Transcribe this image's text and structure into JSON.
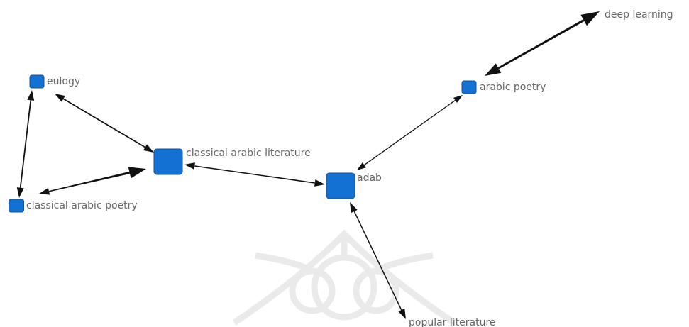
{
  "colors": {
    "node_fill": "#1471d4",
    "node_stroke": "#1d4f8a",
    "edge": "#111111",
    "label": "#666666",
    "watermark": "#d9d9d9",
    "background": "#ffffff"
  },
  "nodes": [
    {
      "id": "eulogy",
      "label": "eulogy"
    },
    {
      "id": "classical-arabic-poetry",
      "label": "classical arabic poetry"
    },
    {
      "id": "classical-arabic-literature",
      "label": "classical arabic literature"
    },
    {
      "id": "adab",
      "label": "adab"
    },
    {
      "id": "arabic-poetry",
      "label": "arabic poetry"
    },
    {
      "id": "deep-learning",
      "label": "deep learning"
    },
    {
      "id": "popular-literature",
      "label": "popular literature"
    }
  ],
  "edges": [
    {
      "from": "eulogy",
      "to": "classical-arabic-literature",
      "direction": "both"
    },
    {
      "from": "eulogy",
      "to": "classical-arabic-poetry",
      "direction": "both"
    },
    {
      "from": "classical-arabic-poetry",
      "to": "classical-arabic-literature",
      "direction": "both"
    },
    {
      "from": "classical-arabic-literature",
      "to": "adab",
      "direction": "both"
    },
    {
      "from": "adab",
      "to": "arabic-poetry",
      "direction": "both"
    },
    {
      "from": "arabic-poetry",
      "to": "deep-learning",
      "direction": "both"
    },
    {
      "from": "adab",
      "to": "popular-literature",
      "direction": "both"
    }
  ],
  "watermark": {
    "icon": "watermark-logo-icon"
  }
}
